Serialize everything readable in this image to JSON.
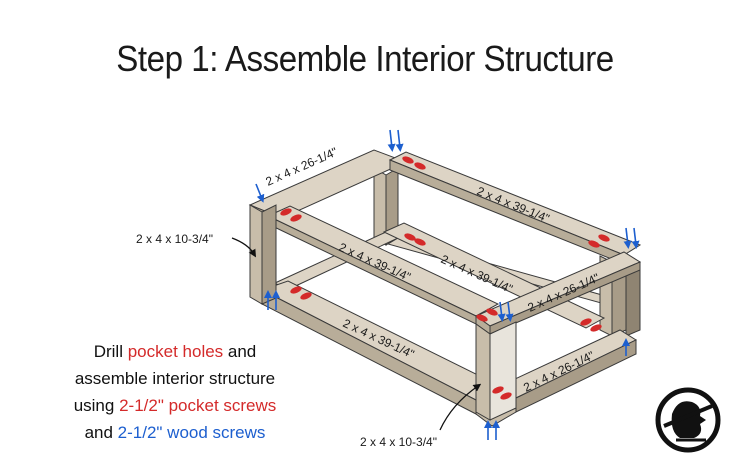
{
  "title": "Step 1: Assemble Interior Structure",
  "labels": {
    "back_top": "2 x 4 x 26-1/4\"",
    "right_top": "2 x 4 x 39-1/4\"",
    "mid_left": "2 x 4 x 39-1/4\"",
    "mid_right": "2 x 4 x 39-1/4\"",
    "front_top": "2 x 4 x 26-1/4\"",
    "bottom_front": "2 x 4 x 39-1/4\"",
    "bottom_right": "2 x 4 x 26-1/4\"",
    "left_leg": "2 x 4 x 10-3/4\"",
    "front_leg": "2 x 4 x 10-3/4\""
  },
  "instructions": {
    "line1_a": "Drill ",
    "line1_b": "pocket holes",
    "line1_c": " and",
    "line2": "assemble interior structure",
    "line3_a": "using ",
    "line3_b": "2-1/2\" pocket screws",
    "line4_a": "and ",
    "line4_b": "2-1/2\" wood screws"
  },
  "colors": {
    "pocket_hole": "#d42a2a",
    "screw_arrow": "#1d5fcf",
    "wood_top": "#ddd4c5",
    "wood_side": "#a89c88"
  },
  "logo": {
    "icon": "woodworker-logo-icon"
  }
}
